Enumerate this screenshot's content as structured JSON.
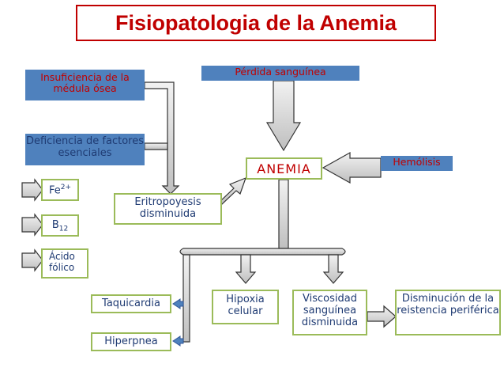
{
  "title": "Fisiopatologia de la Anemia",
  "nodes": {
    "insuficiencia": "Insuficiencia de la médula ósea",
    "perdida": "Pérdida sanguínea",
    "deficiencia": "Deficiencia de factores esenciales",
    "fe_base": "Fe",
    "fe_sup": "2+",
    "b_base": "B",
    "b_sub": "12",
    "acido": "Ácido fólico",
    "anemia": "ANEMIA",
    "hemolisis": "Hemólisis",
    "eritropoyesis": "Eritropoyesis disminuida",
    "hipoxia": "Hipoxia celular",
    "viscosidad": "Viscosidad sanguínea disminuida",
    "disminucion": "Disminución de la reistencia periférica",
    "taquicardia": "Taquicardia",
    "hiperpnea": "Hiperpnea"
  },
  "colors": {
    "title": "#c00000",
    "box_fill": "#4f81bd",
    "box_border": "#9bbb59",
    "arrow_fill": "#d9d9d9",
    "text_dark": "#1f3b73"
  }
}
